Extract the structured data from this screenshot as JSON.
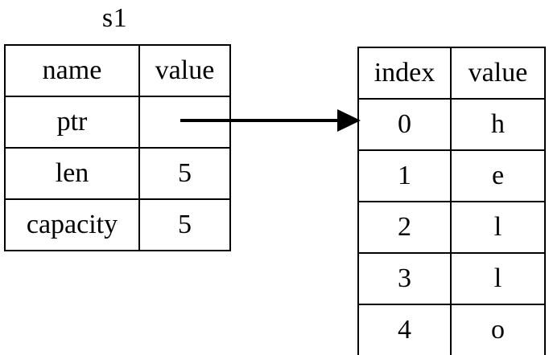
{
  "title": "s1",
  "struct_table": {
    "name": "struct-table",
    "headers": [
      "name",
      "value"
    ],
    "rows": [
      {
        "name": "ptr",
        "value": ""
      },
      {
        "name": "len",
        "value": "5"
      },
      {
        "name": "capacity",
        "value": "5"
      }
    ]
  },
  "buffer_table": {
    "name": "buffer-table",
    "headers": [
      "index",
      "value"
    ],
    "rows": [
      {
        "index": "0",
        "value": "h"
      },
      {
        "index": "1",
        "value": "e"
      },
      {
        "index": "2",
        "value": "l"
      },
      {
        "index": "3",
        "value": "l"
      },
      {
        "index": "4",
        "value": "o"
      }
    ]
  },
  "arrow": {
    "name": "pointer-arrow",
    "from": "ptr",
    "to": "index 0",
    "color": "#000000"
  },
  "colors": {
    "stroke": "#000000",
    "background": "#ffffff",
    "text": "#000000"
  }
}
